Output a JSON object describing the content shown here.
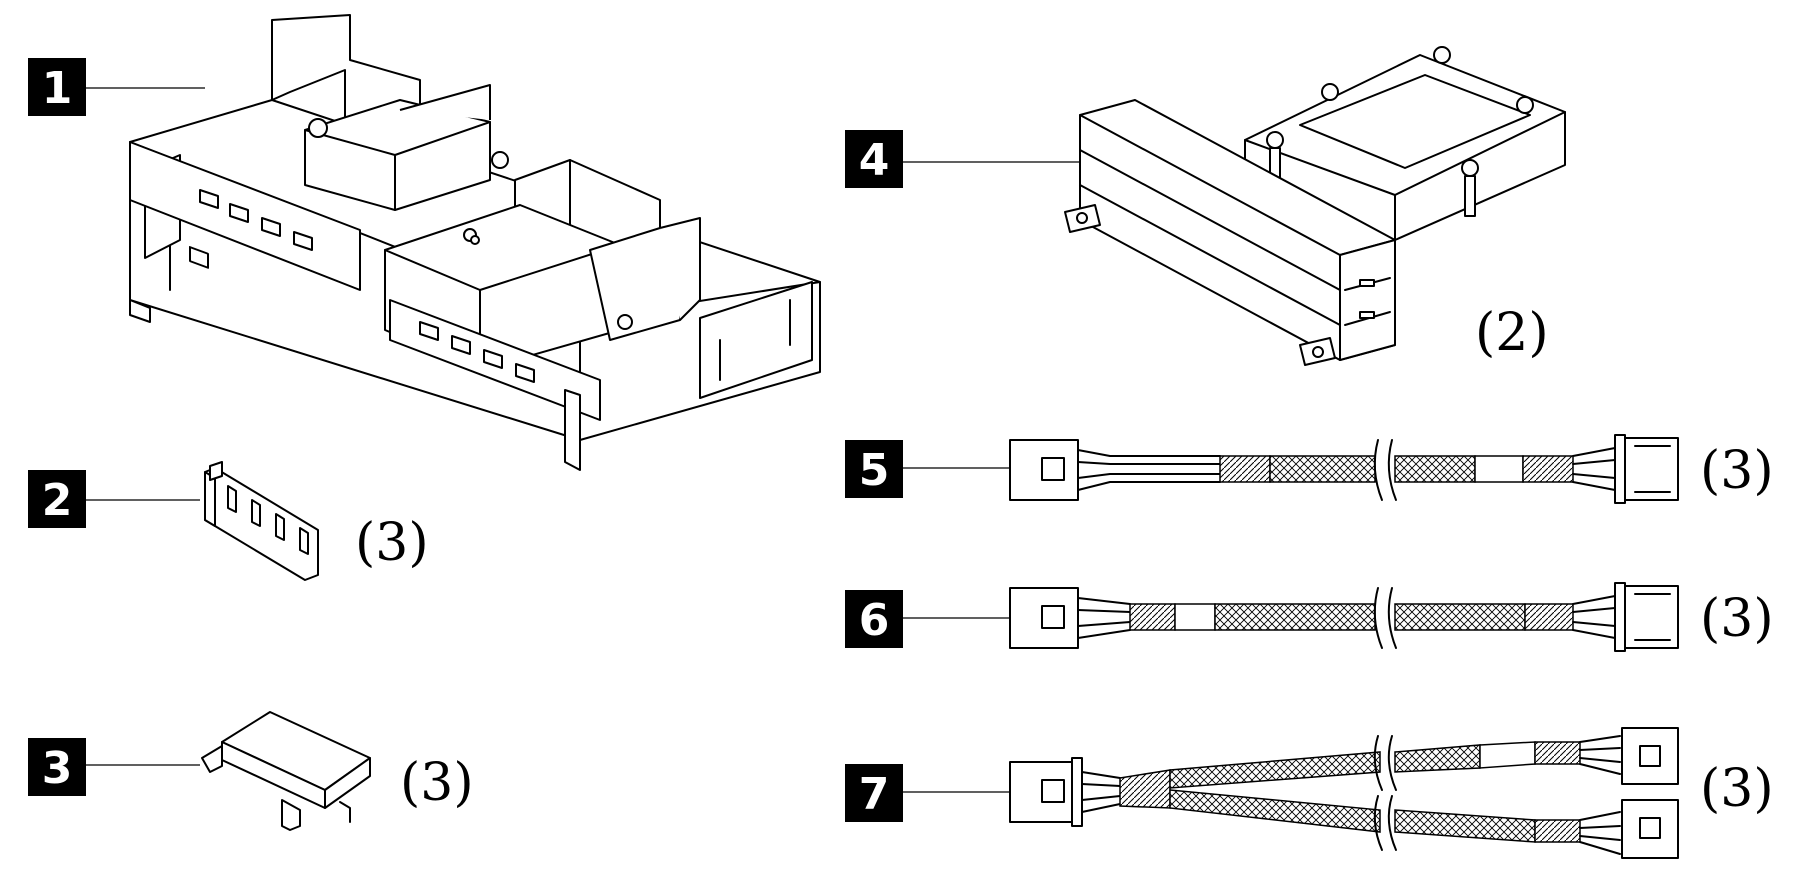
{
  "colors": {
    "callout_bg": "#000000",
    "callout_fg": "#ffffff",
    "line": "#000000",
    "background": "#ffffff"
  },
  "callouts": [
    {
      "number": "1",
      "part": "air-baffle"
    },
    {
      "number": "2",
      "part": "filler-clip",
      "quantity": "(3)"
    },
    {
      "number": "3",
      "part": "retention-clip",
      "quantity": "(3)"
    },
    {
      "number": "4",
      "part": "heat-sink",
      "quantity": "(2)"
    },
    {
      "number": "5",
      "part": "power-cable",
      "quantity": "(3)"
    },
    {
      "number": "6",
      "part": "power-cable",
      "quantity": "(3)"
    },
    {
      "number": "7",
      "part": "y-power-cable",
      "quantity": "(3)"
    }
  ]
}
